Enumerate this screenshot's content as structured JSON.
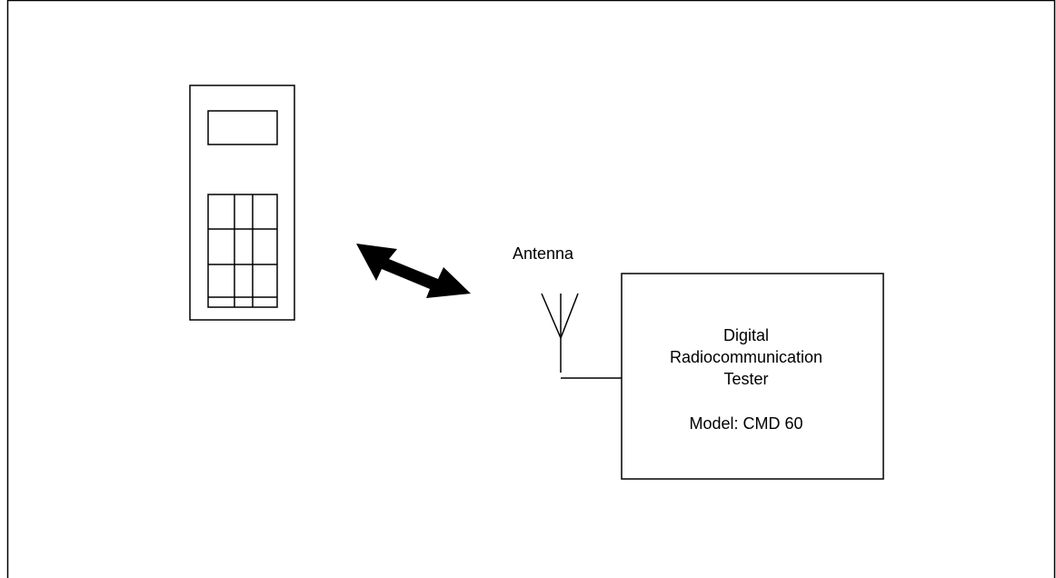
{
  "diagram": {
    "antenna_label": "Antenna",
    "tester": {
      "line1": "Digital",
      "line2": "Radiocommunication",
      "line3": "Tester",
      "model": "Model: CMD 60"
    },
    "colors": {
      "stroke": "#000000",
      "background": "#ffffff"
    },
    "icons": {
      "handset": "mobile-phone-icon",
      "link": "double-headed-arrow-icon",
      "antenna": "antenna-icon"
    }
  }
}
